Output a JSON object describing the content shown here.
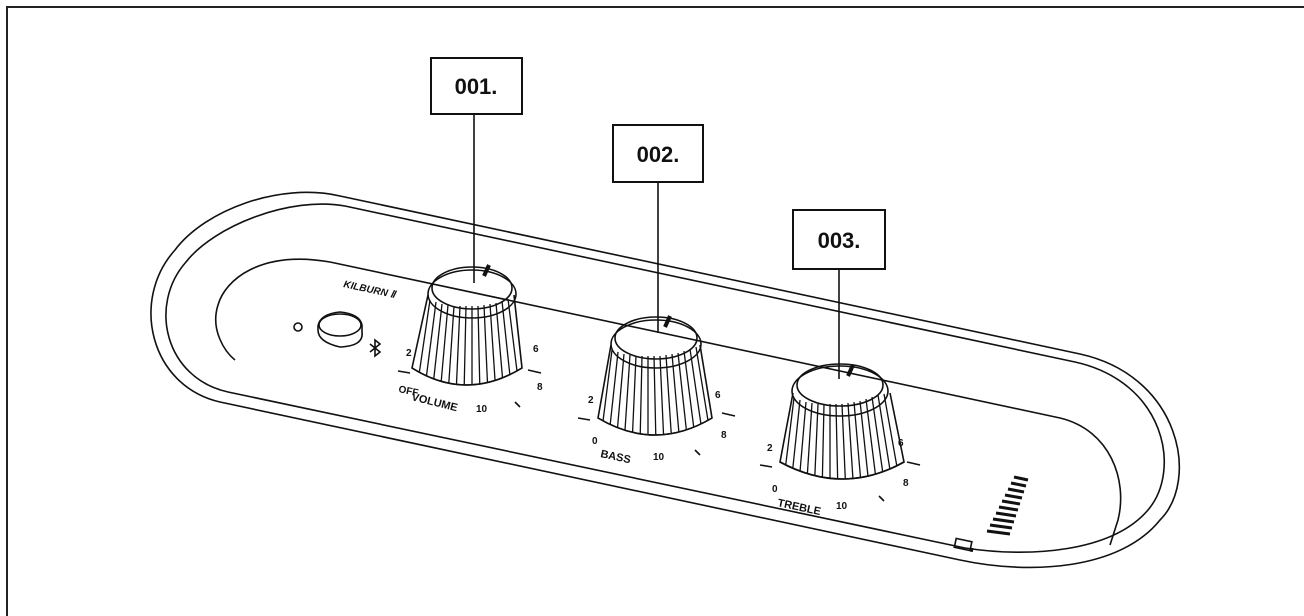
{
  "callouts": {
    "c1": "001.",
    "c2": "002.",
    "c3": "003."
  },
  "panel": {
    "brand": "KILBURN Ⅱ"
  },
  "knobs": {
    "volume": {
      "name": "VOLUME",
      "ticks": {
        "off": "OFF",
        "t2": "2",
        "t6": "6",
        "t8": "8",
        "t10": "10"
      }
    },
    "bass": {
      "name": "BASS",
      "ticks": {
        "t0": "0",
        "t2": "2",
        "t6": "6",
        "t8": "8",
        "t10": "10"
      }
    },
    "treble": {
      "name": "TREBLE",
      "ticks": {
        "t0": "0",
        "t2": "2",
        "t6": "6",
        "t8": "8",
        "t10": "10"
      }
    }
  },
  "icons": {
    "power_button": "power-button-icon",
    "bluetooth": "bluetooth-icon",
    "led": "status-led-icon",
    "battery": "battery-icon",
    "battery_meter": "battery-level-bars-icon"
  },
  "colors": {
    "stroke": "#111111",
    "background": "#ffffff"
  }
}
